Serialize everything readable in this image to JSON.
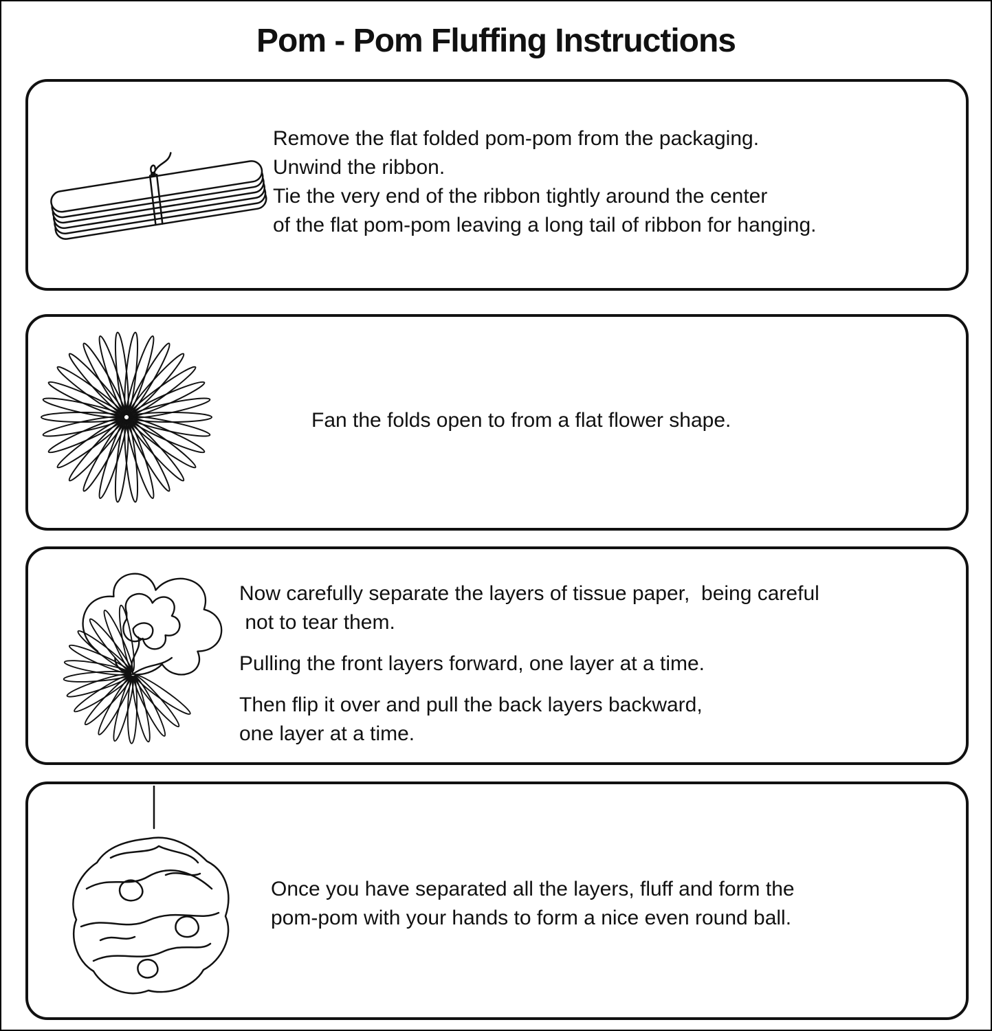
{
  "page_title": "Pom - Pom Fluffing Instructions",
  "steps": {
    "step1": {
      "illustration": "flat-folded-pom",
      "lines": [
        "Remove the flat folded pom-pom from the packaging.",
        "Unwind the ribbon.",
        "Tie the very end of the ribbon tightly around the center",
        "of the flat pom-pom leaving a long tail of ribbon for hanging."
      ]
    },
    "step2": {
      "illustration": "flat-flower-fan",
      "lines": [
        "Fan the folds open to from a flat flower shape."
      ]
    },
    "step3": {
      "illustration": "separating-layers",
      "paragraphs": [
        [
          "Now carefully separate the layers of tissue paper,  being careful",
          " not to tear them."
        ],
        [
          "Pulling the front layers forward, one layer at a time."
        ],
        [
          "Then flip it over and pull the back layers backward,",
          "one layer at a time."
        ]
      ]
    },
    "step4": {
      "illustration": "round-pom-ball",
      "lines": [
        "Once you have separated all the layers, fluff and form the",
        "pom-pom with your hands to form a nice even round ball."
      ]
    }
  }
}
